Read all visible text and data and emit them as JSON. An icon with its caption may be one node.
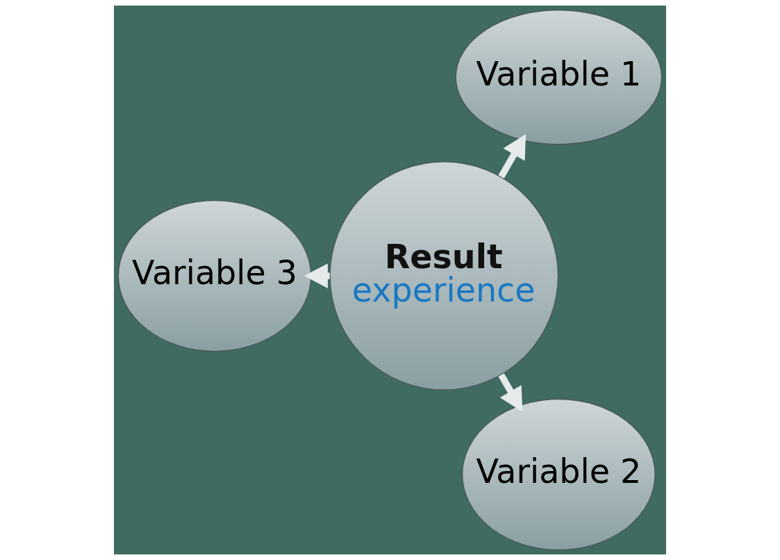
{
  "diagram": {
    "nodes": [
      {
        "text": [
          "Variable 1"
        ]
      },
      {
        "text": [
          "Result",
          "experience"
        ]
      },
      {
        "text": [
          "Variable 3"
        ]
      },
      {
        "text": [
          "Variable 2"
        ]
      }
    ],
    "edges": [
      {
        "from": 1,
        "to": 0,
        "arrow": "to"
      },
      {
        "from": 1,
        "to": 2,
        "arrow": "to"
      },
      {
        "from": 1,
        "to": 3,
        "arrow": "to"
      }
    ]
  }
}
